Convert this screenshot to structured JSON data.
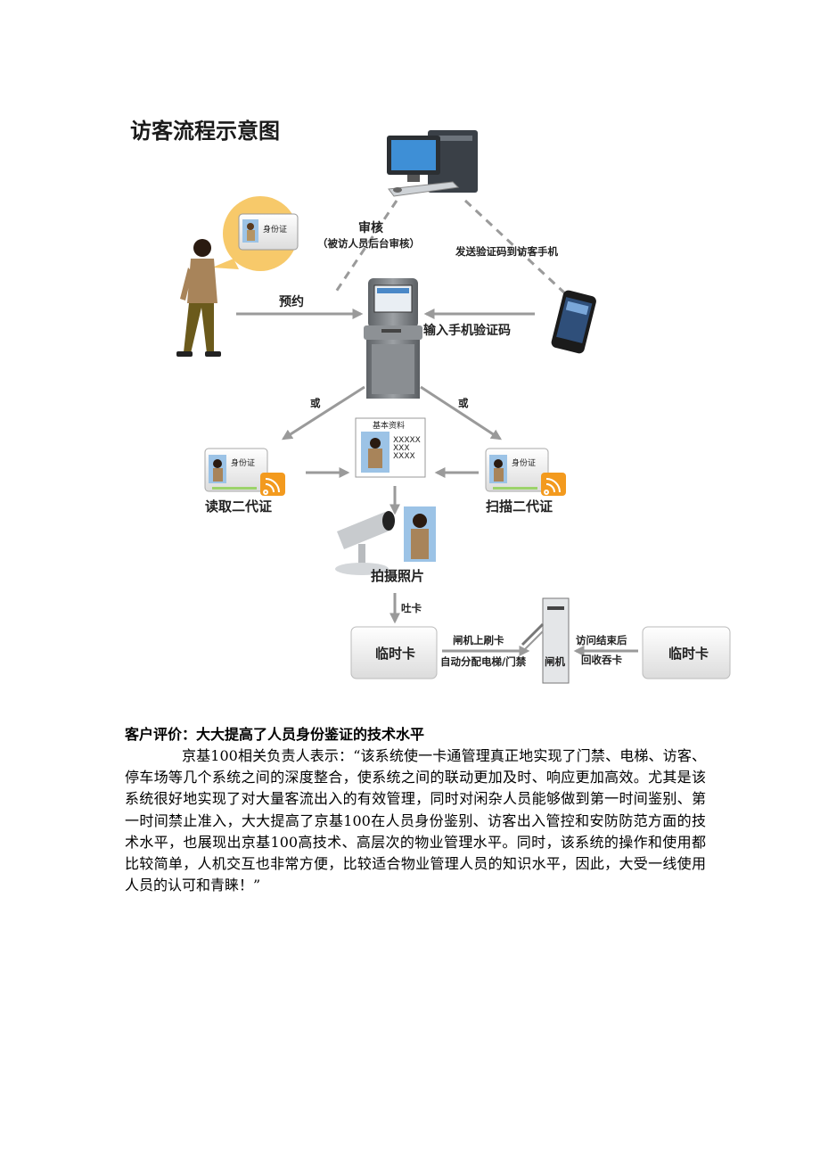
{
  "diagram": {
    "title": "访客流程示意图",
    "id_card_label": "身份证",
    "review_label": "审核",
    "review_note": "（被访人员后台审核）",
    "send_code_label": "发送验证码到访客手机",
    "reserve_label": "预约",
    "enter_code_label": "输入手机验证码",
    "or_left": "或",
    "or_right": "或",
    "basic_info_label": "基本资料",
    "info_lines": [
      "XXXXX",
      "XXX",
      "XXXX"
    ],
    "read_id_label": "读取二代证",
    "scan_id_label": "扫描二代证",
    "photo_label": "拍摄照片",
    "dispense_label": "吐卡",
    "temp_card_left": "临时卡",
    "gate_swipe_label": "闸机上刷卡",
    "auto_assign_label": "自动分配电梯/门禁",
    "gate_label": "闸机",
    "visit_end_label": "访问结束后",
    "card_recycle_label": "回收吞卡",
    "temp_card_right": "临时卡"
  },
  "review": {
    "heading": "客户评价：大大提高了人员身份鉴证的技术水平",
    "body": "京基100相关负责人表示：“该系统使一卡通管理真正地实现了门禁、电梯、访客、停车场等几个系统之间的深度整合，使系统之间的联动更加及时、响应更加高效。尤其是该系统很好地实现了对大量客流出入的有效管理，同时对闲杂人员能够做到第一时间鉴别、第一时间禁止准入，大大提高了京基100在人员身份鉴别、访客出入管控和安防防范方面的技术水平，也展现出京基100高技术、高层次的物业管理水平。同时，该系统的操作和使用都比较简单，人机交互也非常方便，比较适合物业管理人员的知识水平，因此，大受一线使用人员的认可和青睐！”"
  },
  "colors": {
    "arrow": "#9a9a9a",
    "bubble": "#f7c96a",
    "rss_orange": "#f39a1e",
    "kiosk_gray": "#7b7f83"
  }
}
